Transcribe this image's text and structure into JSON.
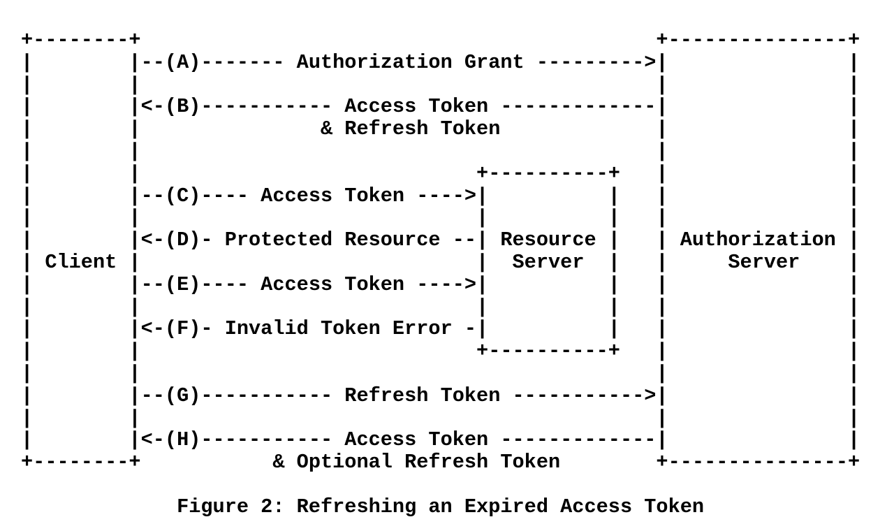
{
  "figure": {
    "kind": "ascii-sequence-diagram",
    "figure_number": "Figure 2",
    "title": "Refreshing an Expired Access Token",
    "caption": "Figure 2: Refreshing an Expired Access Token",
    "actors": [
      {
        "name": "Client"
      },
      {
        "name": "Resource Server"
      },
      {
        "name": "Authorization Server"
      }
    ],
    "steps": [
      {
        "id": "(A)",
        "from": "Client",
        "to": "Authorization Server",
        "label": "Authorization Grant"
      },
      {
        "id": "(B)",
        "from": "Authorization Server",
        "to": "Client",
        "label": "Access Token & Refresh Token"
      },
      {
        "id": "(C)",
        "from": "Client",
        "to": "Resource Server",
        "label": "Access Token"
      },
      {
        "id": "(D)",
        "from": "Resource Server",
        "to": "Client",
        "label": "Protected Resource"
      },
      {
        "id": "(E)",
        "from": "Client",
        "to": "Resource Server",
        "label": "Access Token"
      },
      {
        "id": "(F)",
        "from": "Resource Server",
        "to": "Client",
        "label": "Invalid Token Error"
      },
      {
        "id": "(G)",
        "from": "Client",
        "to": "Authorization Server",
        "label": "Refresh Token"
      },
      {
        "id": "(H)",
        "from": "Authorization Server",
        "to": "Client",
        "label": "Access Token & Optional Refresh Token"
      }
    ],
    "diagram_lines": [
      "+--------+                                           +---------------+",
      "|        |--(A)------- Authorization Grant --------->|               |",
      "|        |                                           |               |",
      "|        |<-(B)----------- Access Token -------------|               |",
      "|        |               & Refresh Token             |               |",
      "|        |                                           |               |",
      "|        |                            +----------+   |               |",
      "|        |--(C)---- Access Token ---->|          |   |               |",
      "|        |                            |          |   |               |",
      "|        |<-(D)- Protected Resource --| Resource |   | Authorization |",
      "| Client |                            |  Server  |   |     Server    |",
      "|        |--(E)---- Access Token ---->|          |   |               |",
      "|        |                            |          |   |               |",
      "|        |<-(F)- Invalid Token Error -|          |   |               |",
      "|        |                            +----------+   |               |",
      "|        |                                           |               |",
      "|        |--(G)----------- Refresh Token ----------->|               |",
      "|        |                                           |               |",
      "|        |<-(H)----------- Access Token -------------|               |",
      "+--------+           & Optional Refresh Token        +---------------+"
    ]
  },
  "colors": {
    "text": "#000000",
    "background": "#ffffff"
  }
}
